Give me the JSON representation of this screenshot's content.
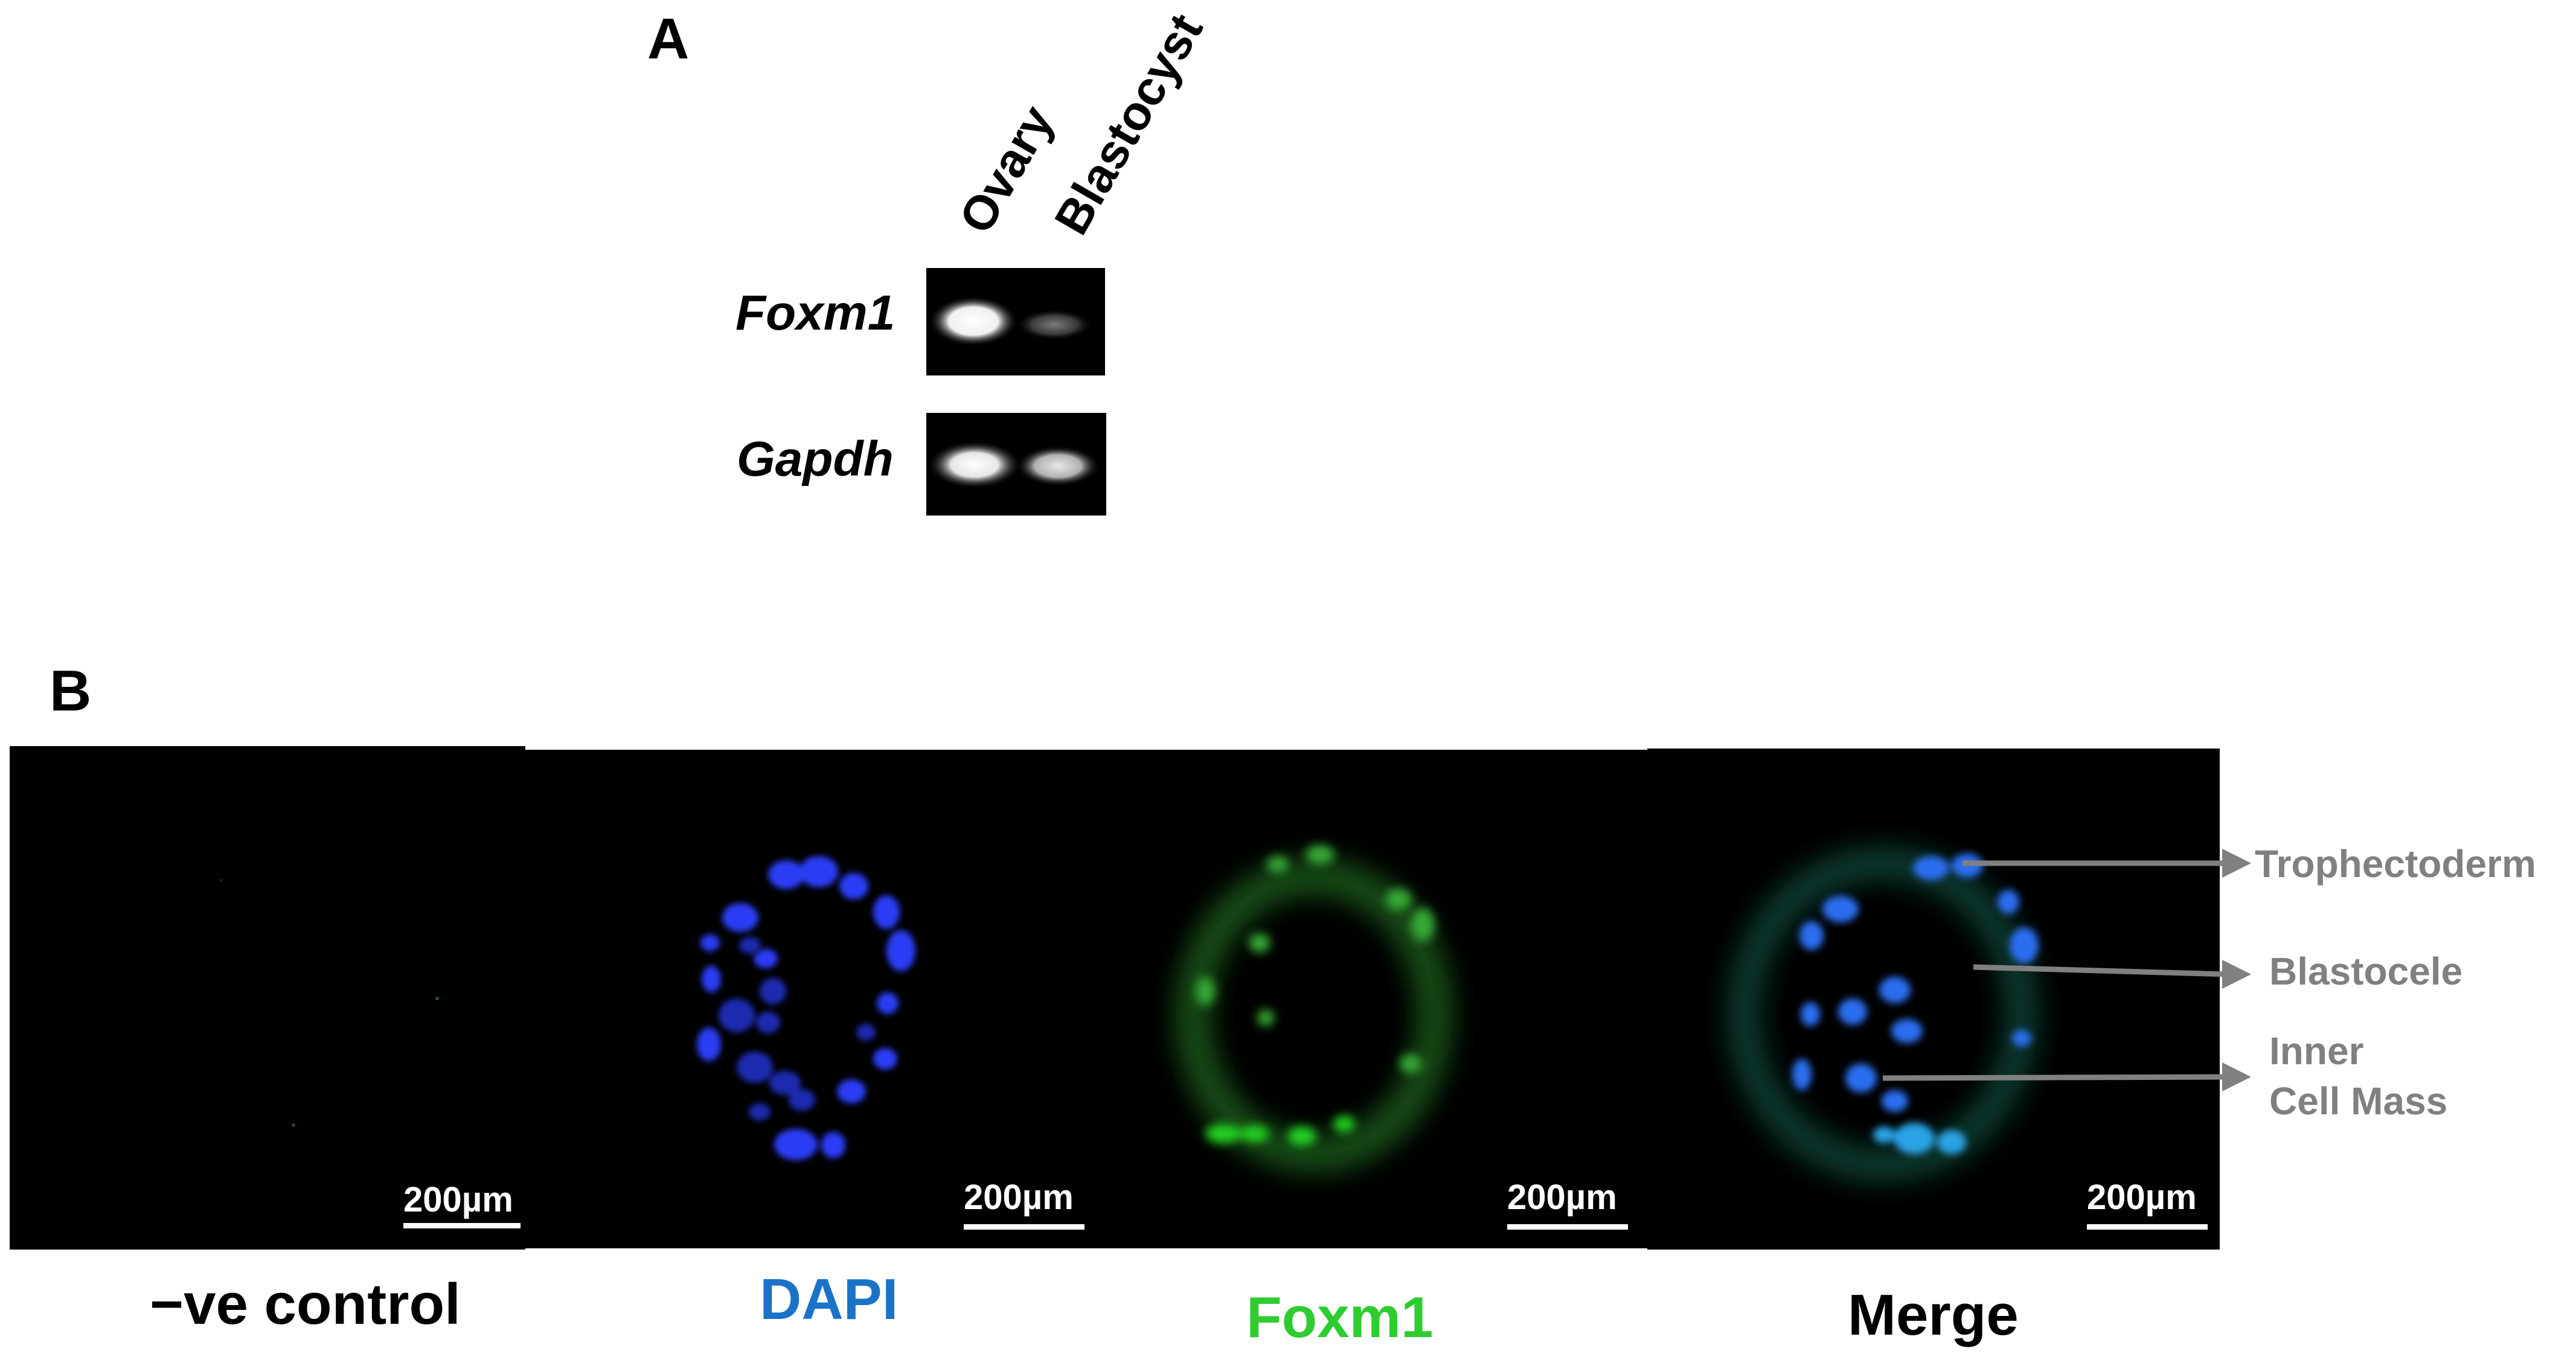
{
  "panel_a": {
    "letter": "A",
    "lanes": [
      "Ovary",
      "Blastocyst"
    ],
    "genes": [
      "Foxm1",
      "Gapdh"
    ]
  },
  "panel_b": {
    "letter": "B",
    "scale_bar": "200µm",
    "captions": [
      "−ve control",
      "DAPI",
      "Foxm1",
      "Merge"
    ],
    "caption_colors": [
      "#000000",
      "#1a73c9",
      "#2ecc2e",
      "#000000"
    ],
    "annotations": {
      "trophectoderm": "Trophectoderm",
      "blastocele": "Blastocele",
      "icm_line1": "Inner",
      "icm_line2": "Cell Mass"
    },
    "annotation_color": "#808080"
  }
}
